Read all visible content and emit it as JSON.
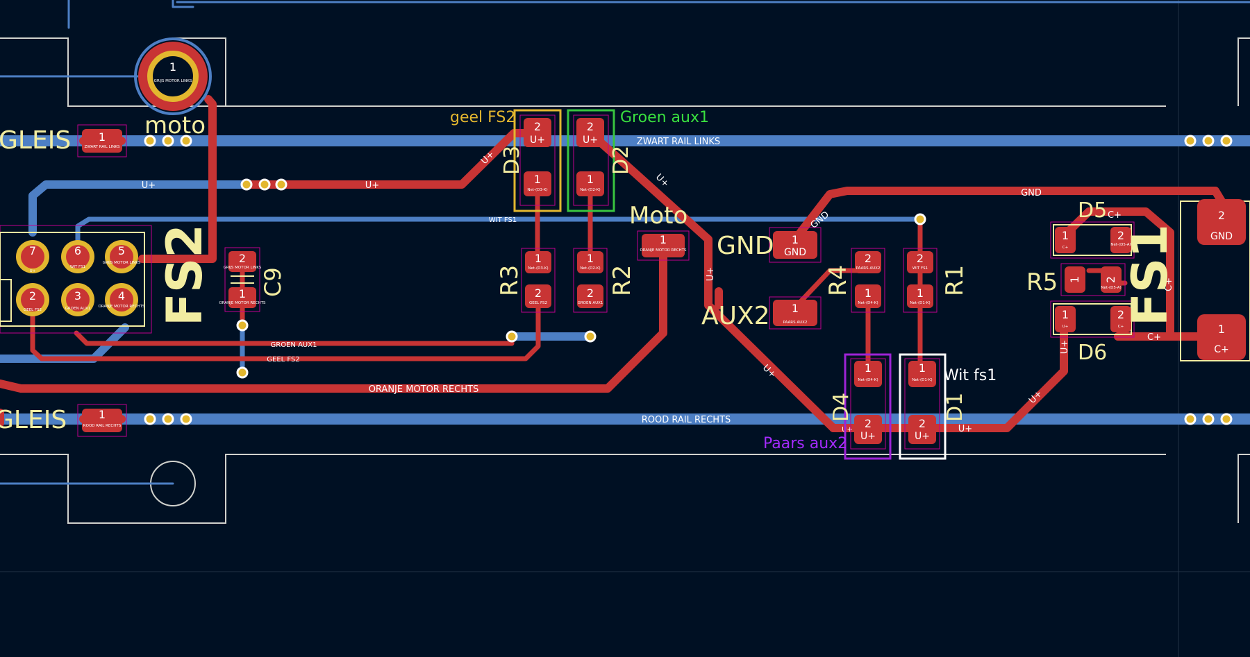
{
  "colors": {
    "background": "#001023",
    "front_copper": "#c83434",
    "back_copper": "#4d7fc4",
    "silkscreen": "#f2eda1",
    "edge_cuts": "#d0d2cd",
    "courtyard": "#c2008f",
    "via_ring": "#e3b72f"
  },
  "annotations": {
    "geel_fs2": "geel FS2",
    "groen_aux1": "Groen aux1",
    "paars_aux2": "Paars aux2",
    "wit_fs1": "Wit fs1"
  },
  "silkscreen": {
    "gleis_top": "GLEIS",
    "gleis_bottom": "GLEIS",
    "motor": "moto",
    "fs2": "FS2",
    "c9": "C9",
    "d3": "D3",
    "d2": "D2",
    "r3": "R3",
    "r2": "R2",
    "motor2": "Moto",
    "gnd": "GND",
    "aux2": "AUX2",
    "r4": "R4",
    "r1": "R1",
    "d4": "D4",
    "d1": "D1",
    "d5": "D5",
    "d6": "D6",
    "r5": "R5",
    "fs1": "FS1"
  },
  "nets": {
    "zwart_rail_links": "ZWART RAIL LINKS",
    "rood_rail_rechts": "ROOD RAIL RECHTS",
    "oranje_motor_rechts": "ORANJE MOTOR RECHTS",
    "wit_fs1": "WIT FS1",
    "groen_aux1": "GROEN AUX1",
    "geel_fs2": "GEEL FS2",
    "gnd": "GND",
    "u_plus": "U+",
    "c_plus": "C+"
  },
  "pads": {
    "motor_pad_num": "1",
    "motor_pad_net": "GRIJS MOTOR LINKS",
    "rail_l_num": "1",
    "rail_l_net": "ZWART RAIL LINKS",
    "rail_r_num": "1",
    "rail_r_net": "ROOD RAIL RECHTS",
    "conn": [
      {
        "num": "7",
        "net": "U+"
      },
      {
        "num": "6",
        "net": "WIT FS1"
      },
      {
        "num": "5",
        "net": "GRIJS MOTOR LINKS"
      },
      {
        "num": "2",
        "net": "GEEL FS2"
      },
      {
        "num": "3",
        "net": "GROEN AUX1"
      },
      {
        "num": "4",
        "net": "ORANJE MOTOR RECHTS"
      }
    ],
    "c9_top_num": "2",
    "c9_top_net": "GRIJS MOTOR LINKS",
    "c9_bot_num": "1",
    "c9_bot_net": "ORANJE MOTOR RECHTS",
    "d3_top_num": "2",
    "d3_top_net": "U+",
    "d3_bot_num": "1",
    "d3_bot_net": "Net-(D3-K)",
    "d2_top_num": "2",
    "d2_top_net": "U+",
    "d2_bot_num": "1",
    "d2_bot_net": "Net-(D2-K)",
    "r3_top_num": "1",
    "r3_top_net": "Net-(D3-K)",
    "r3_bot_num": "2",
    "r3_bot_net": "GEEL FS2",
    "r2_top_num": "1",
    "r2_top_net": "Net-(D2-K)",
    "r2_bot_num": "2",
    "r2_bot_net": "GROEN AUX1",
    "motor_r_num": "1",
    "motor_r_net": "ORANJE MOTOR RECHTS",
    "gnd_num": "1",
    "gnd_net": "GND",
    "aux2_num": "1",
    "aux2_net": "PAARS AUX2",
    "r4_top_num": "2",
    "r4_top_net": "PAARS AUX2",
    "r4_bot_num": "1",
    "r4_bot_net": "Net-(D4-K)",
    "r1_top_num": "2",
    "r1_top_net": "WIT FS1",
    "r1_bot_num": "1",
    "r1_bot_net": "Net-(D1-K)",
    "d4_top_num": "1",
    "d4_top_net": "Net-(D4-K)",
    "d4_bot_num": "2",
    "d4_bot_net": "U+",
    "d1_top_num": "1",
    "d1_top_net": "Net-(D1-K)",
    "d1_bot_num": "2",
    "d1_bot_net": "U+",
    "d5_l_num": "1",
    "d5_l_net": "C+",
    "d5_r_num": "2",
    "d5_r_net": "Net-(D5-A)",
    "d6_l_num": "1",
    "d6_l_net": "U+",
    "d6_r_num": "2",
    "d6_r_net": "C+",
    "r5_l_num": "1",
    "r5_r_num": "2",
    "r5_r_net": "Net-(D5-A)",
    "gnd_big_num": "2",
    "gnd_big_net": "GND",
    "cplus_big_num": "1",
    "cplus_big_net": "C+"
  }
}
